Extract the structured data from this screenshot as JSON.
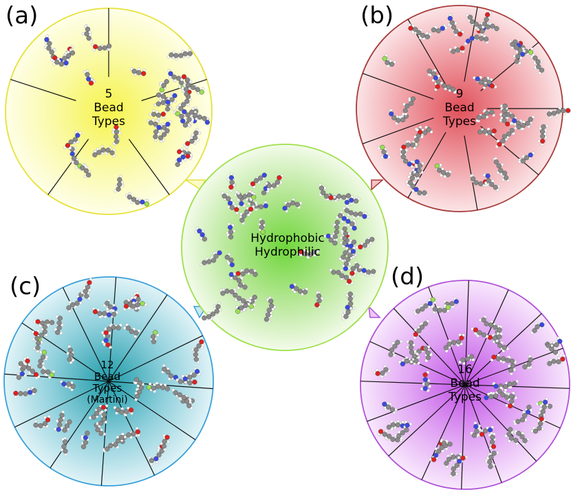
{
  "colors": {
    "center": "#5ccc2e",
    "a": "#f0ee4a",
    "b": "#e0505a",
    "c": "#1e9aa8",
    "d": "#c050e6"
  },
  "center": {
    "line1": "Hydrophobic",
    "line2": "Hydrophilic",
    "sectors": 1
  },
  "panels": [
    {
      "id": "a",
      "letter": "(a)",
      "lines": [
        "5",
        "Bead",
        "Types"
      ],
      "sectors": 5
    },
    {
      "id": "b",
      "letter": "(b)",
      "lines": [
        "9",
        "Bead",
        "Types"
      ],
      "sectors": 9
    },
    {
      "id": "c",
      "letter": "(c)",
      "lines": [
        "12",
        "Bead",
        "Types",
        "(Martini)"
      ],
      "sectors": 12
    },
    {
      "id": "d",
      "letter": "(d)",
      "lines": [
        "16",
        "Bead",
        "Types"
      ],
      "sectors": 16
    }
  ]
}
